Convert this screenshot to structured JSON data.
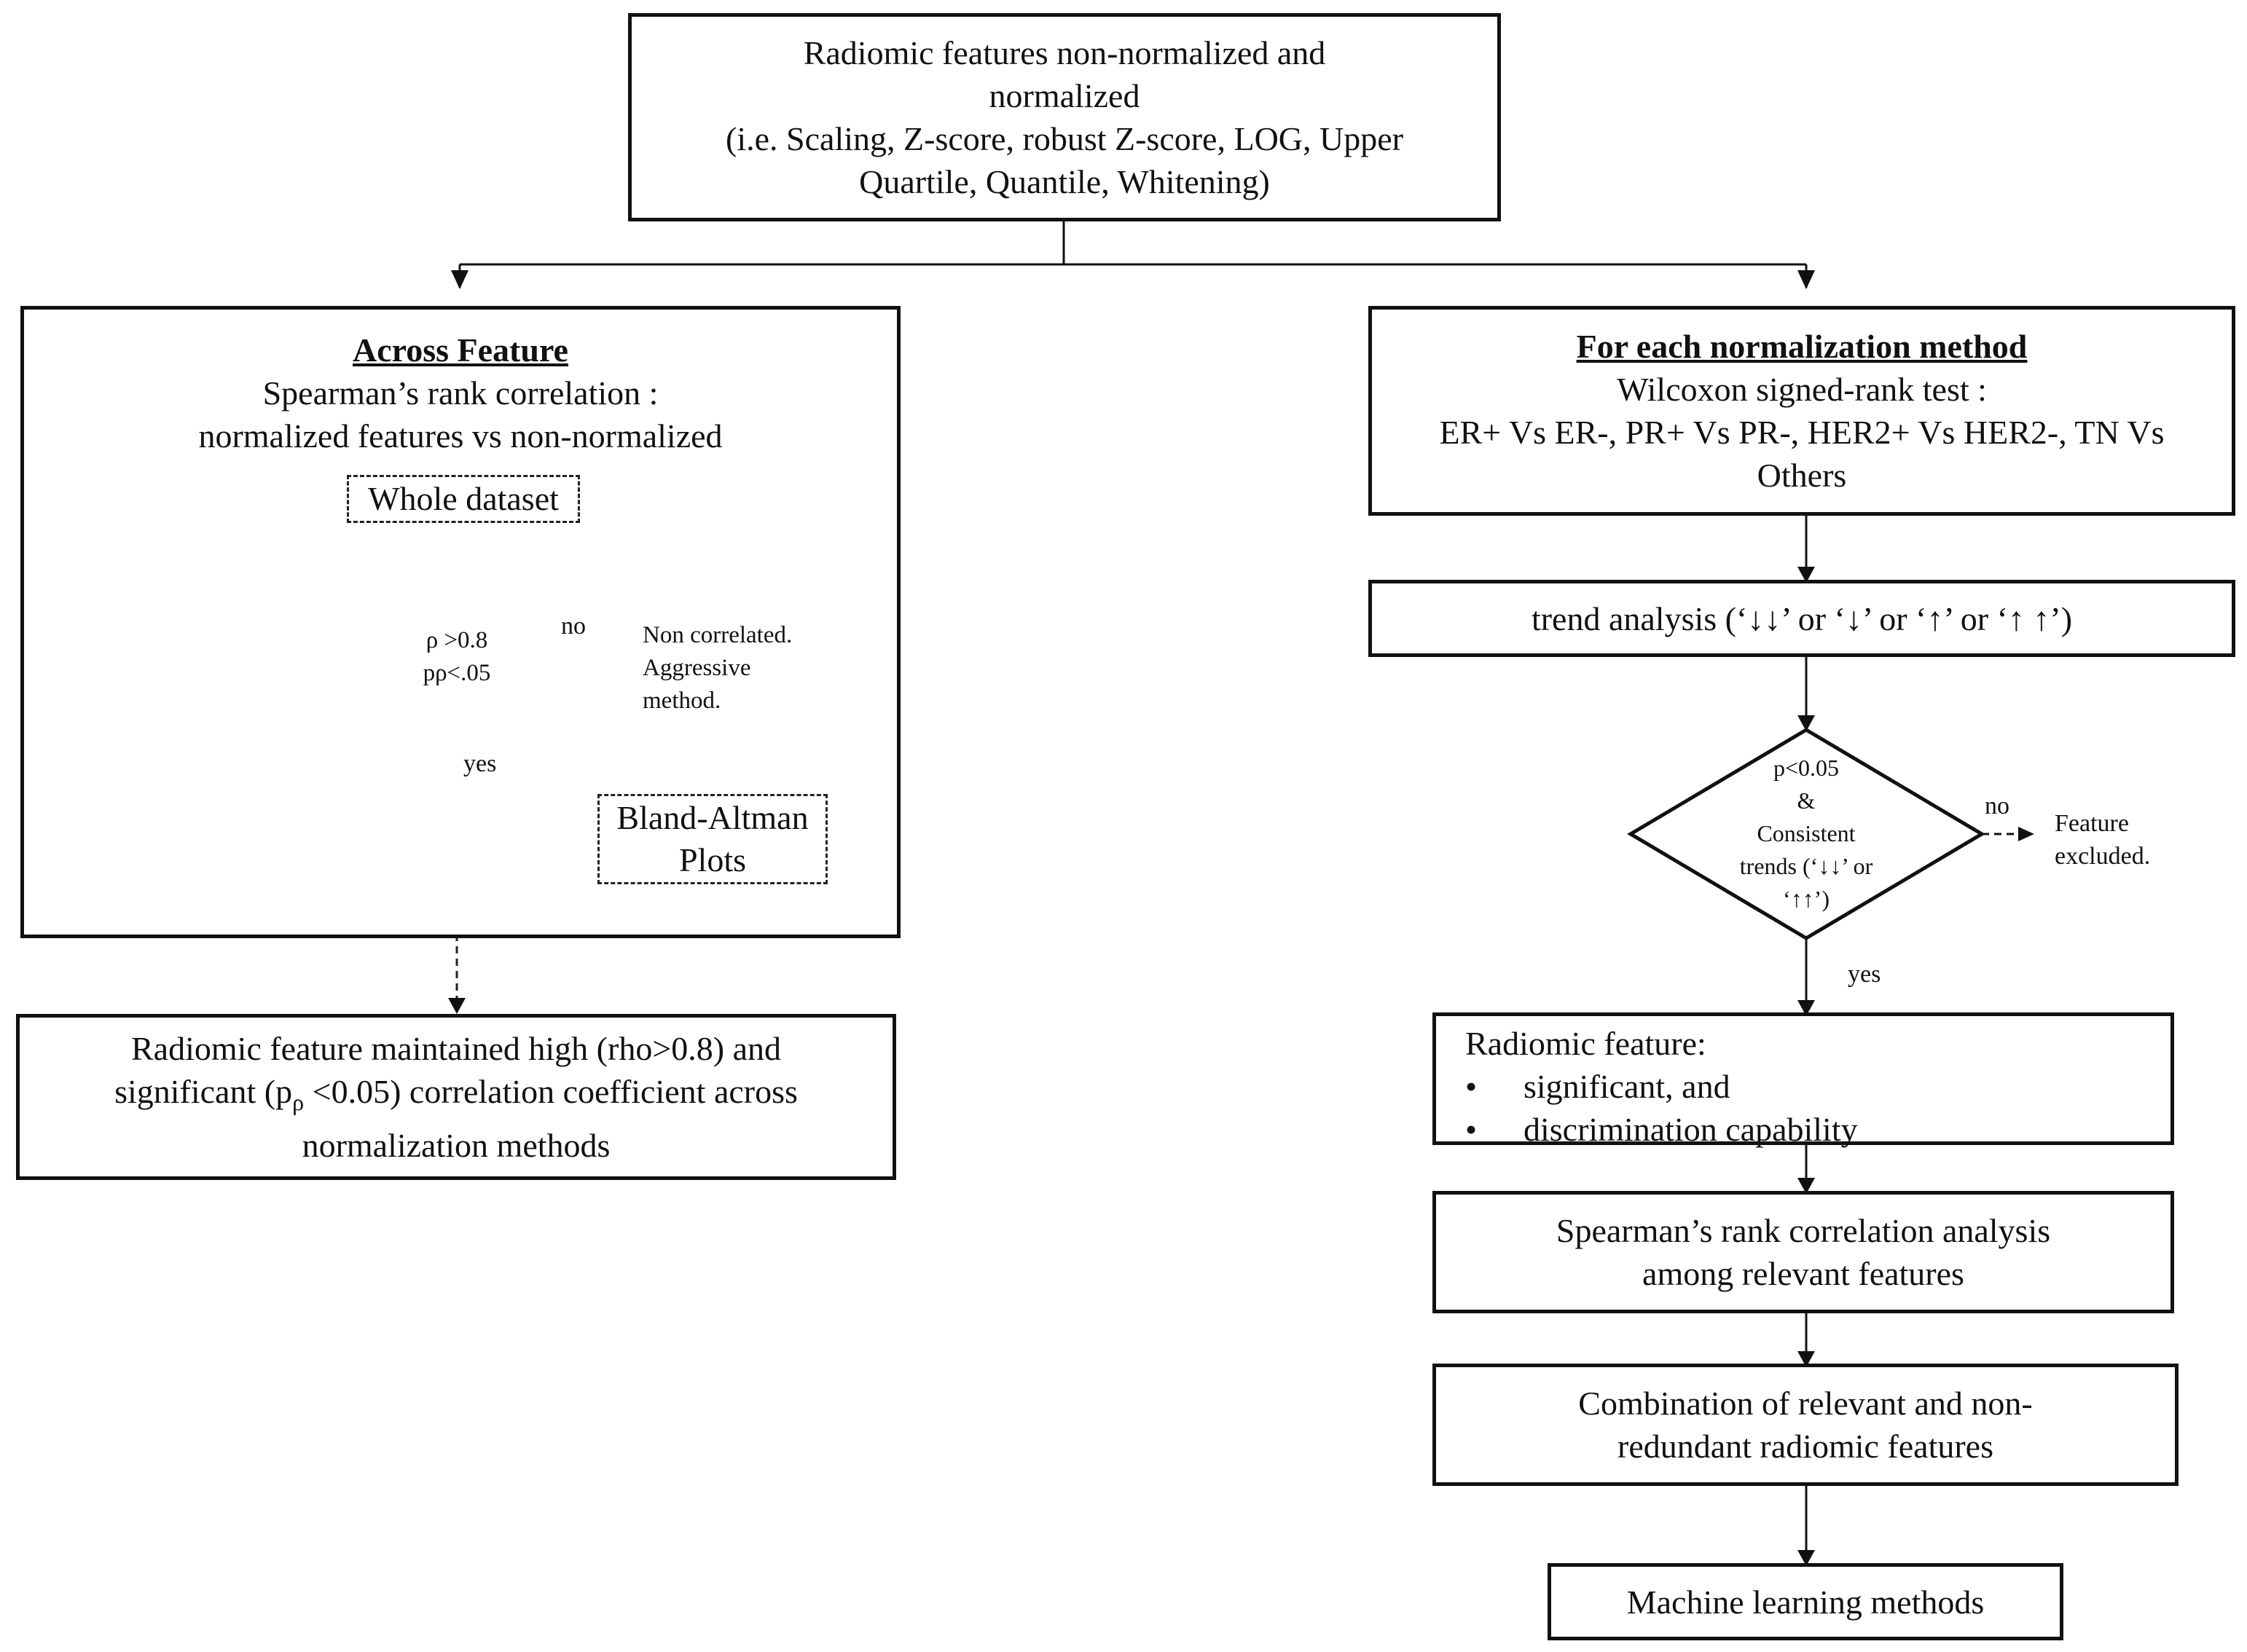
{
  "top": {
    "lines": [
      "Radiomic features non-normalized and",
      "normalized",
      "(i.e. Scaling, Z-score, robust Z-score, LOG, Upper",
      "Quartile, Quantile, Whitening)"
    ]
  },
  "left": {
    "title": "Across Feature",
    "lines": [
      "Spearman’s rank correlation :",
      "normalized features vs non-normalized"
    ],
    "whole_dataset": "Whole dataset",
    "diamond": [
      "ρ >0.8",
      "pρ<.05"
    ],
    "no_label": "no",
    "yes_label": "yes",
    "noncorrelated": [
      "Non correlated.",
      "Aggressive",
      "method."
    ],
    "bland_altman": [
      "Bland-Altman",
      "Plots"
    ],
    "result": {
      "line1": "Radiomic feature maintained high (rho>0.8) and",
      "line2_pre": "significant (p",
      "line2_sub": "ρ",
      "line2_post": " <0.05) correlation coefficient across",
      "line3": "normalization methods"
    }
  },
  "right": {
    "title": "For each normalization method",
    "lines": [
      "Wilcoxon signed-rank test :",
      "ER+ Vs ER-, PR+ Vs PR-, HER2+ Vs HER2-, TN Vs",
      "Others"
    ],
    "trend": "trend analysis (‘↓↓’ or ‘↓’ or ‘↑’ or ‘↑ ↑’)",
    "diamond": [
      "p<0.05",
      "&",
      "Consistent",
      "trends (‘↓↓’ or",
      "‘↑↑’)"
    ],
    "no_label": "no",
    "yes_label": "yes",
    "excluded": [
      "Feature",
      "excluded."
    ],
    "feature_box": {
      "title": "Radiomic feature:",
      "bullets": [
        "significant, and",
        "discrimination capability"
      ],
      "bullet_symbol": "•"
    },
    "spearman": [
      "Spearman’s rank correlation analysis",
      "among relevant features"
    ],
    "combination": [
      "Combination of relevant and non-",
      "redundant radiomic features"
    ],
    "ml": "Machine learning methods"
  }
}
